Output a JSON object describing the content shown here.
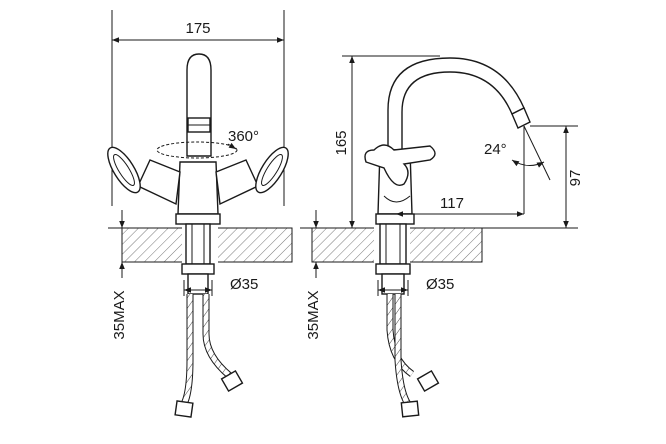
{
  "front_view": {
    "width_label": "175",
    "rotation_label": "360°",
    "diameter_label": "Ø35",
    "max_thickness_label": "35MAX"
  },
  "side_view": {
    "height_label": "165",
    "reach_label": "117",
    "angle_label": "24°",
    "spout_height_label": "97",
    "diameter_label": "Ø35",
    "max_thickness_label": "35MAX"
  },
  "colors": {
    "line": "#1a1a1a",
    "hatch": "#555555",
    "background": "#ffffff"
  }
}
